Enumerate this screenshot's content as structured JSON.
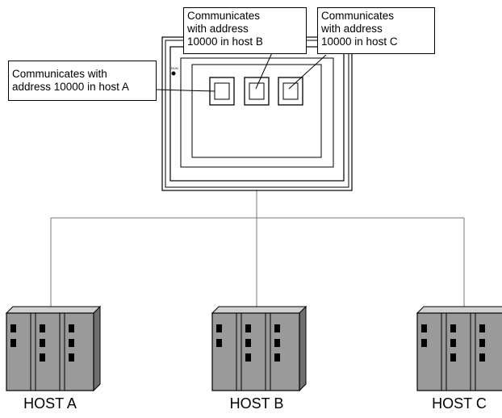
{
  "callouts": {
    "host_a": "Communicates with\naddress 10000 in host A",
    "host_b": "Communicates\nwith address\n10000 in host B",
    "host_c": "Communicates\nwith address\n10000 in host C"
  },
  "hosts": {
    "a": "HOST A",
    "b": "HOST B",
    "c": "HOST C"
  },
  "colors": {
    "line": "#000000",
    "network_line": "#777777",
    "host_body": "#9a9a9a",
    "host_dark": "#6f6f6f",
    "led": "#000000"
  },
  "icons": [
    "touch-panel-display-icon",
    "plc-rack-icon"
  ]
}
